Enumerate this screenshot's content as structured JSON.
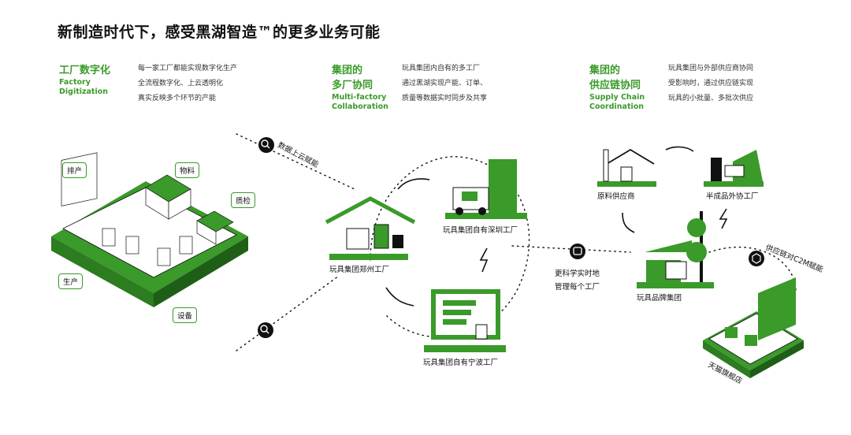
{
  "title": "新制造时代下，感受黑湖智造™的更多业务可能",
  "sections": [
    {
      "zh": "工厂数字化",
      "en": [
        "Factory",
        "Digitization"
      ],
      "desc": [
        "每一家工厂都能实现数字化生产",
        "全流程数字化、上云透明化",
        "真实反映多个环节的产能"
      ]
    },
    {
      "zh": [
        "集团的",
        "多厂协同"
      ],
      "en": [
        "Multi-factory",
        "Collaboration"
      ],
      "desc": [
        "玩具集团内自有的多工厂",
        "通过黑湖实现产能、订单、",
        "质量等数据实时同步及共享"
      ]
    },
    {
      "zh": [
        "集团的",
        "供应链协同"
      ],
      "en": [
        "Supply Chain",
        "Coordination"
      ],
      "desc": [
        "玩具集团与外部供应商协同",
        "受影响时，通过供应链实现",
        "玩具的小批量、多批次供应"
      ]
    }
  ],
  "factory_tags": [
    "排产",
    "物料",
    "质检",
    "生产",
    "设备"
  ],
  "cloud_label": "数据上云赋能",
  "nodes": {
    "zhengzhou": "玩具集团郑州工厂",
    "shenzhen": "玩具集团自有深圳工厂",
    "ningbo": "玩具集团自有宁波工厂",
    "brand": "玩具品牌集团",
    "raw": "原料供应商",
    "semi": "半成品外协工厂",
    "tmall": "天猫旗舰店"
  },
  "science_label": [
    "更科学实时地",
    "管理每个工厂"
  ],
  "c2m_label": "供应链对C2M赋能",
  "colors": {
    "accent": "#3a9a2a",
    "dark": "#111111"
  }
}
